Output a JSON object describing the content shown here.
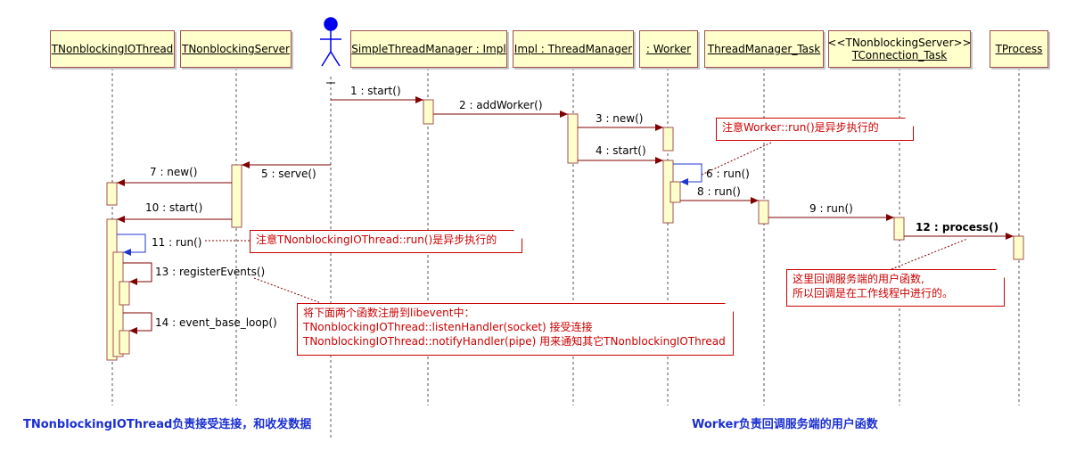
{
  "participants": [
    {
      "id": "nbio",
      "label": "TNonblockingIOThread"
    },
    {
      "id": "server",
      "label": "TNonblockingServer"
    },
    {
      "id": "actor",
      "label": ""
    },
    {
      "id": "stm",
      "label": "SimpleThreadManager : Impl"
    },
    {
      "id": "impl",
      "label": "Impl : ThreadManager"
    },
    {
      "id": "worker",
      "label": " : Worker"
    },
    {
      "id": "tmtask",
      "label": "ThreadManager_Task"
    },
    {
      "id": "conn",
      "label_line1": "<<TNonblockingServer>>",
      "label_line2": "TConnection_Task"
    },
    {
      "id": "process",
      "label": "TProcess"
    }
  ],
  "messages": [
    {
      "id": "m1",
      "label": "1 : start()"
    },
    {
      "id": "m2",
      "label": "2 : addWorker()"
    },
    {
      "id": "m3",
      "label": "3 : new()"
    },
    {
      "id": "m4",
      "label": "4 : start()"
    },
    {
      "id": "m5",
      "label": "5 : serve()"
    },
    {
      "id": "m6",
      "label": "6 : run()"
    },
    {
      "id": "m7",
      "label": "7 : new()"
    },
    {
      "id": "m8",
      "label": "8 : run()"
    },
    {
      "id": "m9",
      "label": "9 : run()"
    },
    {
      "id": "m10",
      "label": "10 : start()"
    },
    {
      "id": "m11",
      "label": "11 : run()"
    },
    {
      "id": "m12",
      "label": "12 : process()"
    },
    {
      "id": "m13",
      "label": "13 : registerEvents()"
    },
    {
      "id": "m14",
      "label": "14 : event_base_loop()"
    }
  ],
  "notes": {
    "worker_async": "注意Worker::run()是异步执行的",
    "nbio_async": "注意TNonblockingIOThread::run()是异步执行的",
    "callback_line1": "这里回调服务端的用户函数,",
    "callback_line2": "所以回调是在工作线程中进行的。",
    "register_line1": "将下面两个函数注册到libevent中：",
    "register_line2": "TNonblockingIOThread::listenHandler(socket) 接受连接",
    "register_line3": "TNonblockingIOThread::notifyHandler(pipe) 用来通知其它TNonblockingIOThread"
  },
  "footer": {
    "left": "TNonblockingIOThread负责接受连接，和收发数据",
    "right": "Worker负责回调服务端的用户函数"
  },
  "colors": {
    "header_fill": "#ffffcc",
    "header_border": "#a05050",
    "message_arrow": "#800000",
    "self_call_arrow": "#1f35d0",
    "note_red": "#cc0000",
    "footer_blue": "#1a2fd0",
    "actor_blue": "#0000ee"
  }
}
